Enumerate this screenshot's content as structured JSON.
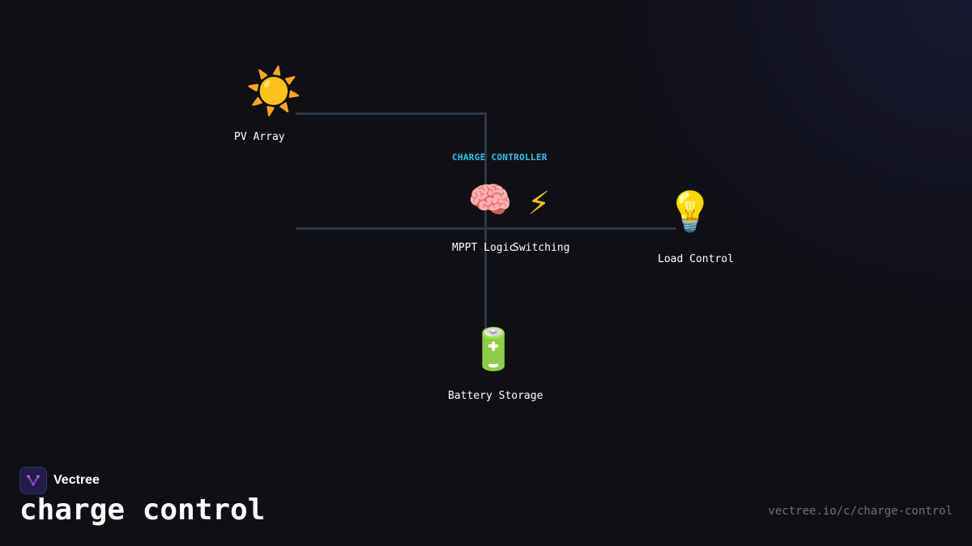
{
  "diagram": {
    "group_label": "CHARGE CONTROLLER",
    "nodes": {
      "pv_array": {
        "label": "PV Array",
        "icon": "sun-icon"
      },
      "mppt_logic": {
        "label": "MPPT Logic",
        "icon": "brain-icon"
      },
      "switching": {
        "label": "Switching",
        "icon": "lightning-icon"
      },
      "load_control": {
        "label": "Load Control",
        "icon": "light-bulb-icon"
      },
      "battery_storage": {
        "label": "Battery Storage",
        "icon": "battery-icon"
      }
    },
    "wire_color": "#2e3748",
    "group_label_color": "#2fc7ef"
  },
  "footer": {
    "brand_name": "Vectree",
    "brand_icon": "vectree-logo-icon",
    "title": "charge control",
    "url": "vectree.io/c/charge-control"
  }
}
